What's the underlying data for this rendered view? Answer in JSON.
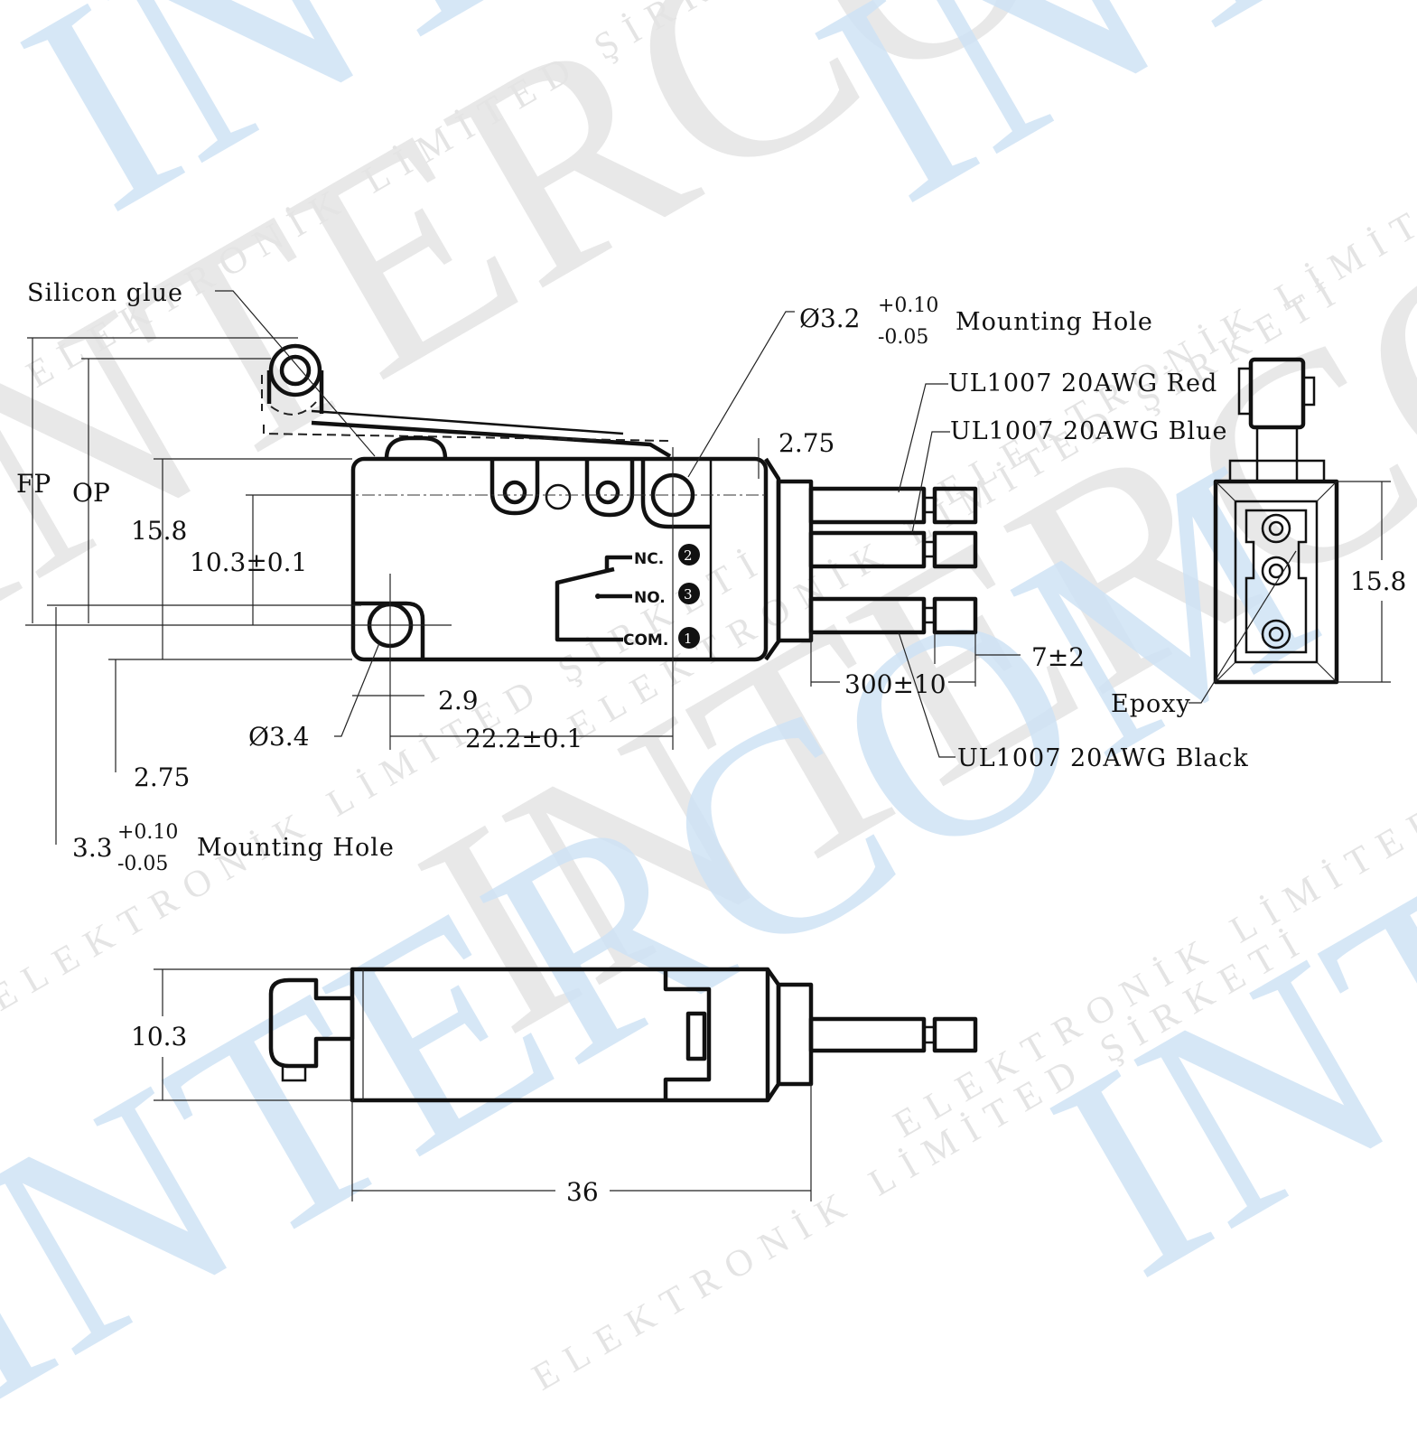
{
  "drawing": {
    "subject": "Micro switch with roller lever and wire leads",
    "views": [
      "side-view",
      "end-view",
      "top-view"
    ]
  },
  "watermark": {
    "brand": "INTERCOM",
    "tagline": "ELEKTRONİK LİMİTED ŞİRKETİ",
    "brand_color": "#cfe3f5",
    "grey_color": "#e6e6e6"
  },
  "side_view": {
    "callouts": {
      "silicon_glue": "Silicon glue",
      "mounting_hole_top_value": "Ø3.2",
      "mounting_hole_top_tol_plus": "+0.10",
      "mounting_hole_top_tol_minus": "-0.05",
      "mounting_hole_top_label": "Mounting Hole",
      "wire_red": "UL1007 20AWG Red",
      "wire_blue": "UL1007 20AWG Blue",
      "wire_black": "UL1007 20AWG Black",
      "mounting_hole_bottom_value": "3.3",
      "mounting_hole_bottom_tol_plus": "+0.10",
      "mounting_hole_bottom_tol_minus": "-0.05",
      "mounting_hole_bottom_label": "Mounting Hole"
    },
    "dimensions": {
      "fp": "FP",
      "op": "OP",
      "height": "15.8",
      "hole_spacing_vertical": "10.3±0.1",
      "top_offset": "2.75",
      "bottom_offset": "2.75",
      "hole_dia": "Ø3.4",
      "hole_edge": "2.9",
      "hole_spacing_horizontal": "22.2±0.1",
      "wire_length": "300±10",
      "strip_length": "7±2"
    },
    "terminals": [
      {
        "label": "NC.",
        "number": "2"
      },
      {
        "label": "NO.",
        "number": "3"
      },
      {
        "label": "COM.",
        "number": "1"
      }
    ]
  },
  "end_view": {
    "callouts": {
      "epoxy": "Epoxy"
    },
    "dimensions": {
      "height": "15.8"
    }
  },
  "top_view": {
    "dimensions": {
      "width": "10.3",
      "length": "36"
    }
  }
}
